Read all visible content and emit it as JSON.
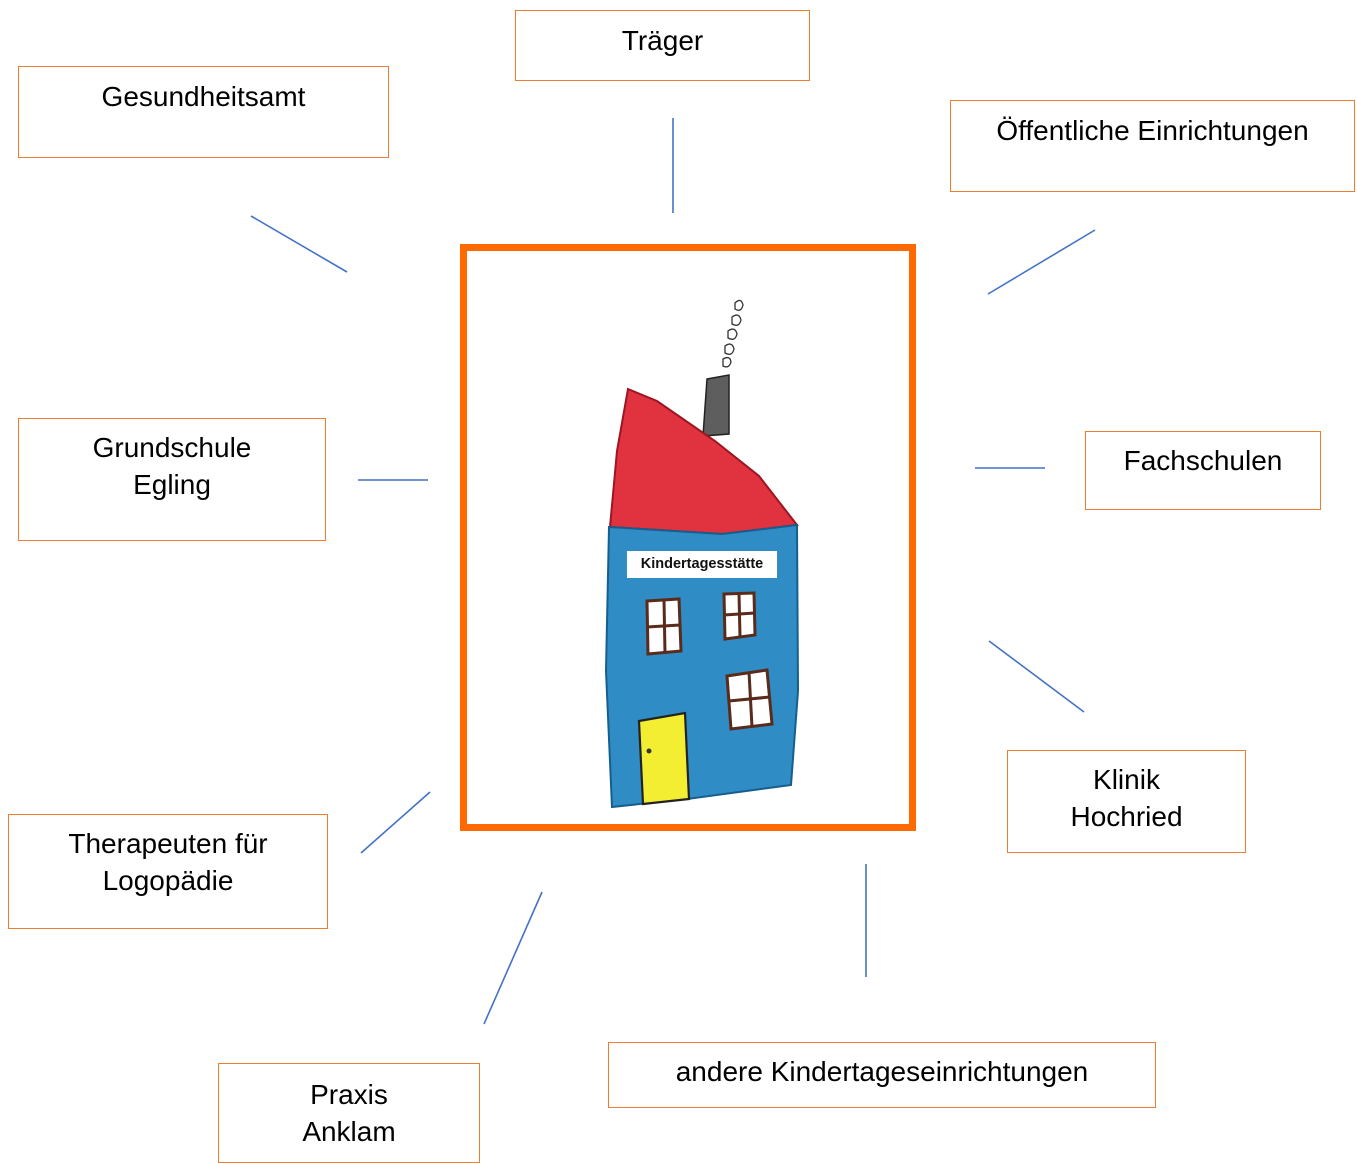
{
  "colors": {
    "box_border": "#ed7d31",
    "connector": "#4472c4",
    "frame": "#ff6a00"
  },
  "center": {
    "label": "Kindertagesstätte",
    "image": "child-drawing-house-icon"
  },
  "nodes": {
    "traeger": [
      "Träger"
    ],
    "gesundheitsamt": [
      "Gesundheitsamt"
    ],
    "oeffentliche": [
      "Öffentliche Einrichtungen"
    ],
    "grundschule": [
      "Grundschule",
      "Egling"
    ],
    "fachschulen": [
      "Fachschulen"
    ],
    "klinik": [
      "Klinik",
      "Hochried"
    ],
    "therapeuten": [
      "Therapeuten für",
      "Logopädie"
    ],
    "praxis": [
      "Praxis",
      "Anklam"
    ],
    "kitas": [
      "andere Kindertageseinrichtungen"
    ]
  }
}
